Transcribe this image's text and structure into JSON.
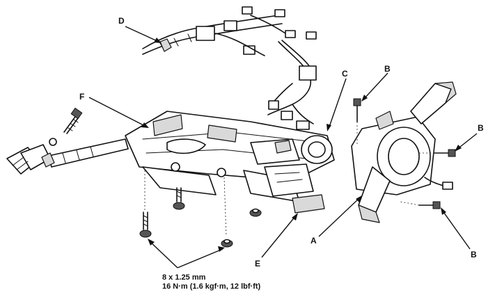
{
  "callouts": {
    "a": "A",
    "b": "B",
    "c": "C",
    "d": "D",
    "e": "E",
    "f": "F"
  },
  "torque_spec": {
    "bolt_size": "8 x 1.25 mm",
    "torque": "16 N·m (1.6 kgf·m, 12 lbf·ft)"
  }
}
